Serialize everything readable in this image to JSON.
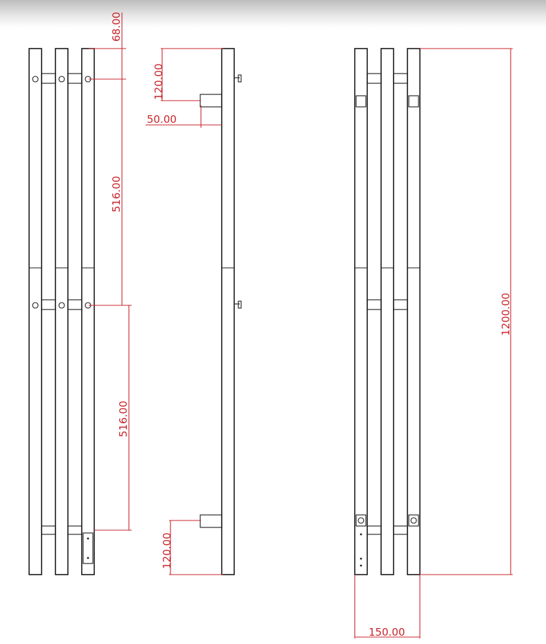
{
  "colors": {
    "dimension": "#c8252c",
    "line": "#1a1a1a",
    "background": "#ffffff"
  },
  "dimensions": {
    "top_offset": "68.00",
    "bracket_top": "120.00",
    "wall_gap": "50.00",
    "spacing_1": "516.00",
    "spacing_2": "516.00",
    "bracket_bottom": "120.00",
    "total_height": "1200.00",
    "width": "150.00"
  }
}
